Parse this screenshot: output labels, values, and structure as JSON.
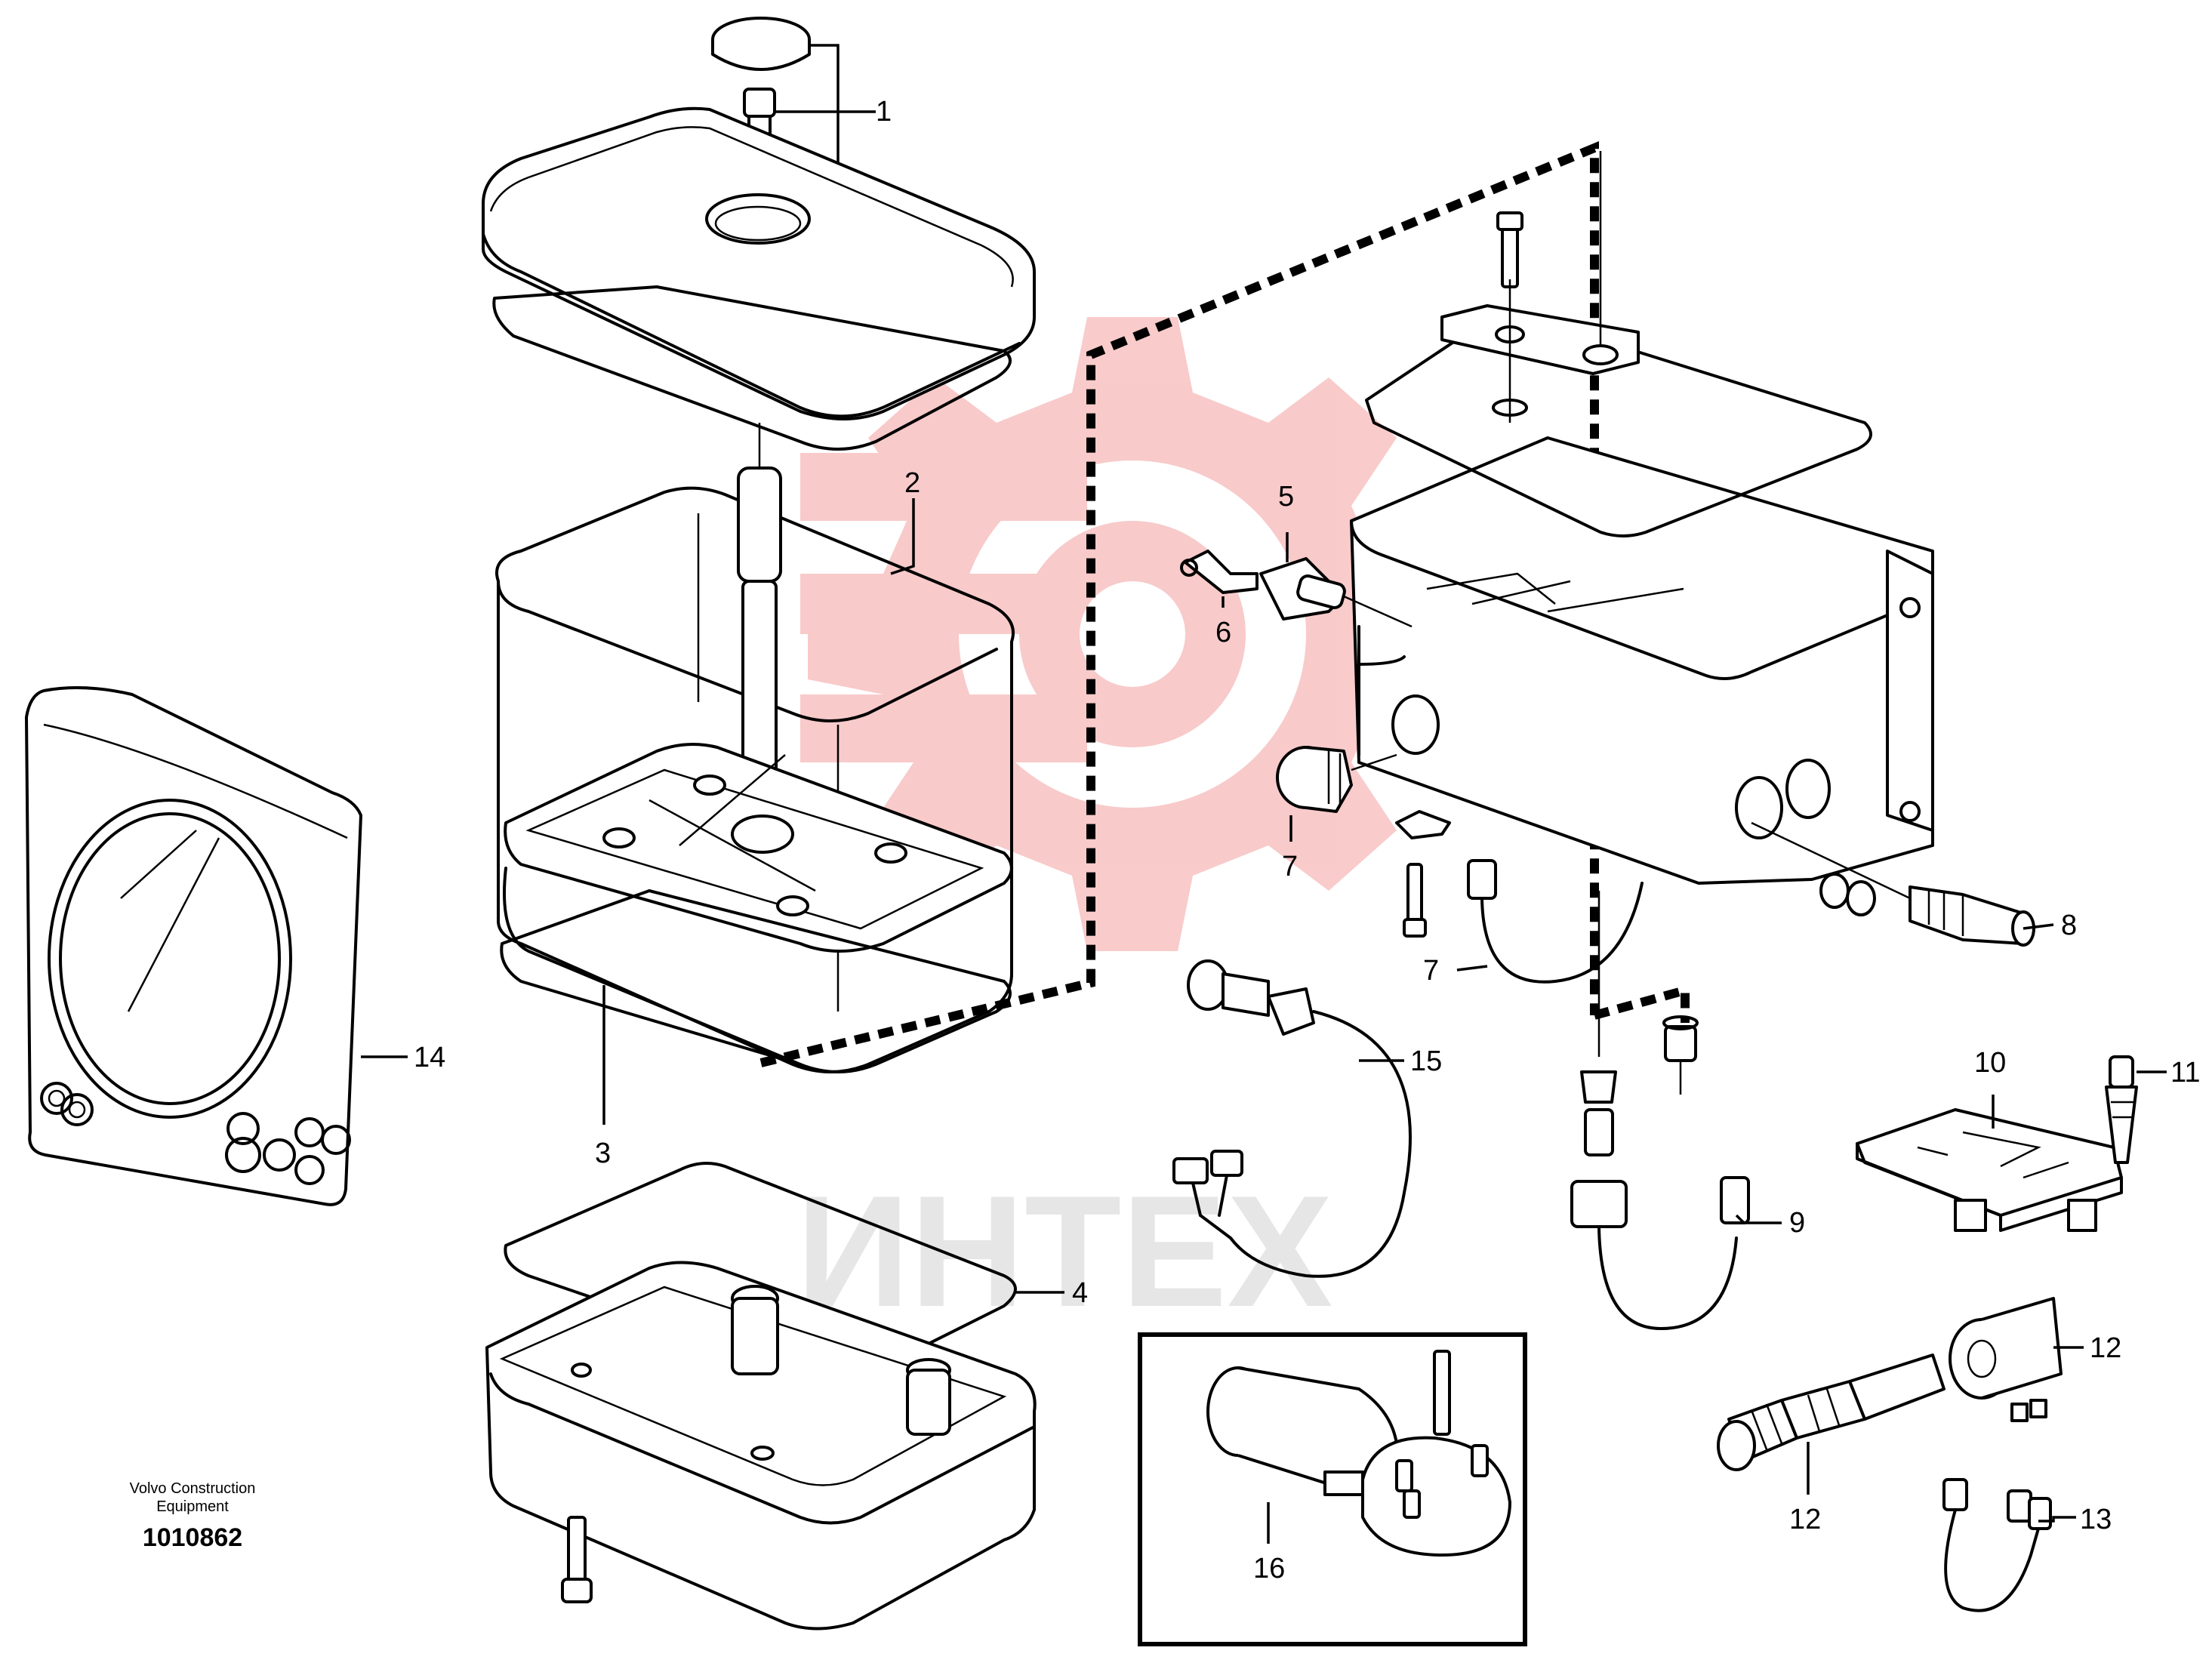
{
  "watermark": {
    "text": "ИНТЕХ",
    "color": "#f4a0a0"
  },
  "publisher": {
    "line1": "Volvo Construction",
    "line2": "Equipment",
    "drawing_no": "1010862"
  },
  "callouts": {
    "c1": "1",
    "c2": "2",
    "c3": "3",
    "c4": "4",
    "c5": "5",
    "c6": "6",
    "c7a": "7",
    "c7b": "7",
    "c8": "8",
    "c9": "9",
    "c10": "10",
    "c11": "11",
    "c12a": "12",
    "c12b": "12",
    "c13": "13",
    "c14": "14",
    "c15": "15",
    "c16": "16"
  },
  "colors": {
    "line": "#000000",
    "background": "#ffffff",
    "watermark": "#f4a0a0"
  }
}
